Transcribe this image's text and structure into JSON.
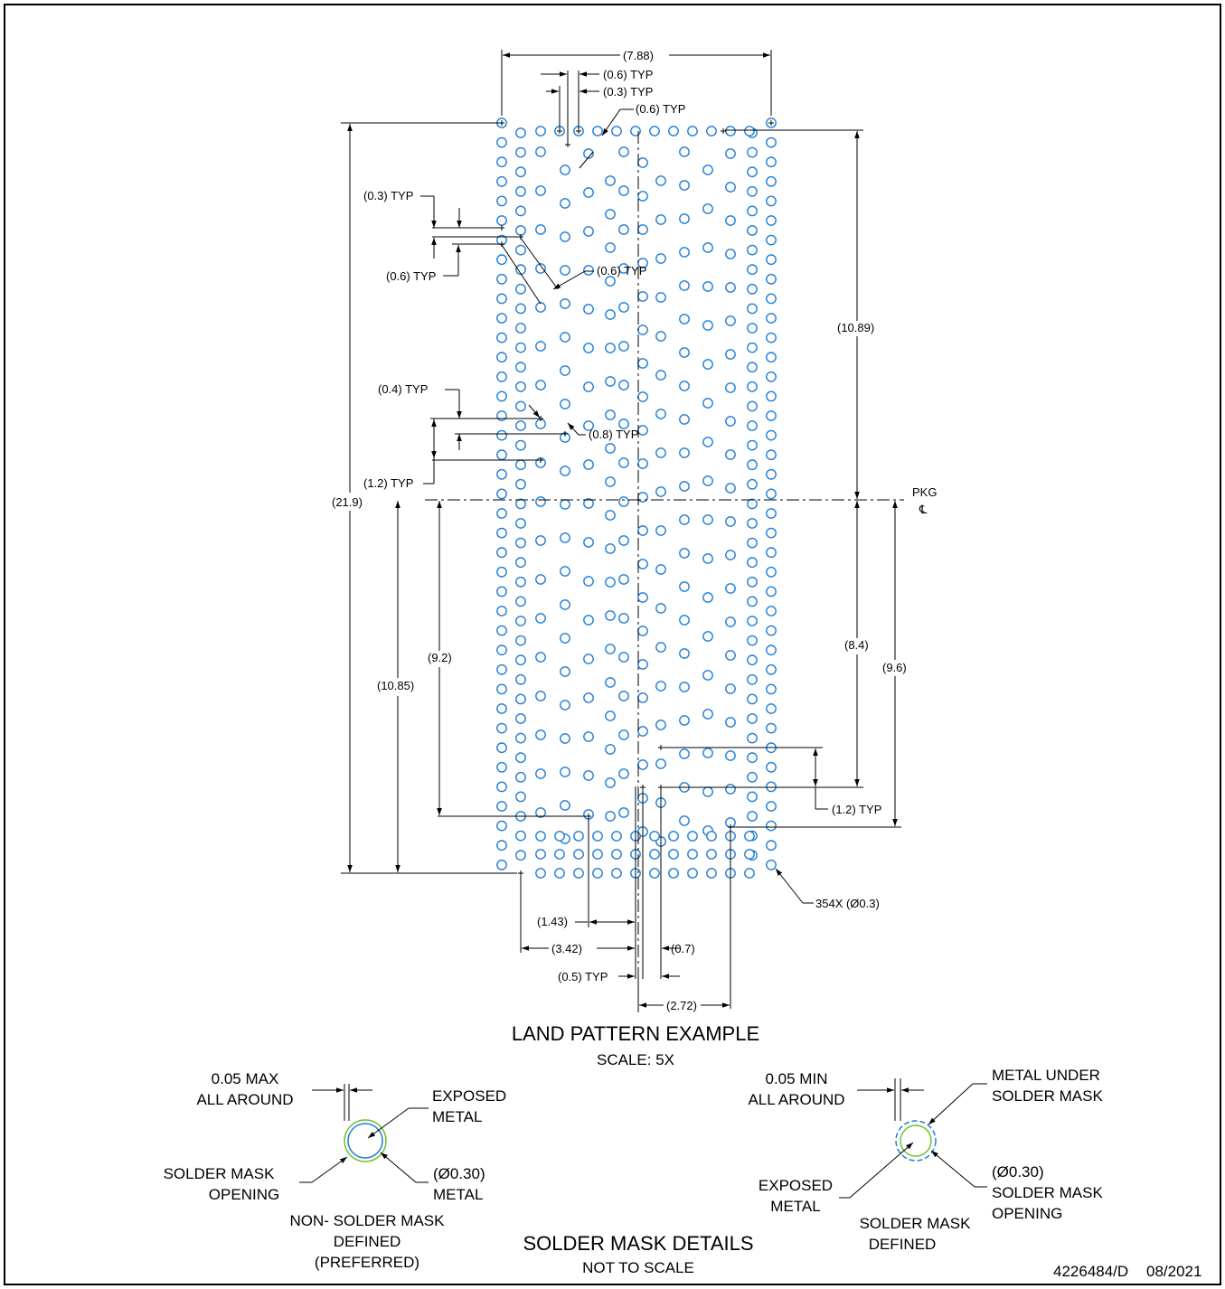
{
  "drawing": {
    "main_title": "LAND PATTERN EXAMPLE",
    "main_scale": "SCALE: 5X",
    "details_title": "SOLDER MASK DETAILS",
    "details_scale": "NOT TO SCALE",
    "doc_number": "4226484/D",
    "doc_date": "08/2021",
    "pkg_label": "PKG",
    "centerline_symbol": "℄",
    "pad_count_note": "354X (Ø0.3)"
  },
  "dimensions": {
    "overall_width": "(7.88)",
    "pitch_06_top": "(0.6) TYP",
    "pitch_03_top": "(0.3) TYP",
    "pitch_06_diag": "(0.6) TYP",
    "left_03": "(0.3) TYP",
    "left_06": "(0.6) TYP",
    "mid_06_diag": "(0.6) TYP",
    "left_04": "(0.4) TYP",
    "diag_08": "(0.8) TYP",
    "left_12": "(1.2) TYP",
    "overall_height": "(21.9)",
    "upper_height": "(10.89)",
    "lower_1085": "(10.85)",
    "lower_92": "(9.2)",
    "right_84": "(8.4)",
    "right_96": "(9.6)",
    "right_12": "(1.2) TYP",
    "bottom_143": "(1.43)",
    "bottom_342": "(3.42)",
    "bottom_07": "(0.7)",
    "bottom_05": "(0.5) TYP",
    "bottom_272": "(2.72)"
  },
  "details": {
    "nsmd": {
      "clearance_1": "0.05 MAX",
      "clearance_2": "ALL AROUND",
      "exposed_1": "EXPOSED",
      "exposed_2": "METAL",
      "opening_1": "SOLDER MASK",
      "opening_2": "OPENING",
      "metal_1": "(Ø0.30)",
      "metal_2": "METAL",
      "caption_1": "NON- SOLDER MASK",
      "caption_2": "DEFINED",
      "caption_3": "(PREFERRED)"
    },
    "smd": {
      "clearance_1": "0.05 MIN",
      "clearance_2": "ALL AROUND",
      "under_1": "METAL UNDER",
      "under_2": "SOLDER MASK",
      "exposed_1": "EXPOSED",
      "exposed_2": "METAL",
      "opening_1": "(Ø0.30)",
      "opening_2": "SOLDER MASK",
      "opening_3": "OPENING",
      "caption_1": "SOLDER MASK",
      "caption_2": "DEFINED"
    }
  },
  "colors": {
    "pad_outline": "#1f7fd6",
    "mask_outline": "#6cc12b",
    "border": "#000000"
  }
}
